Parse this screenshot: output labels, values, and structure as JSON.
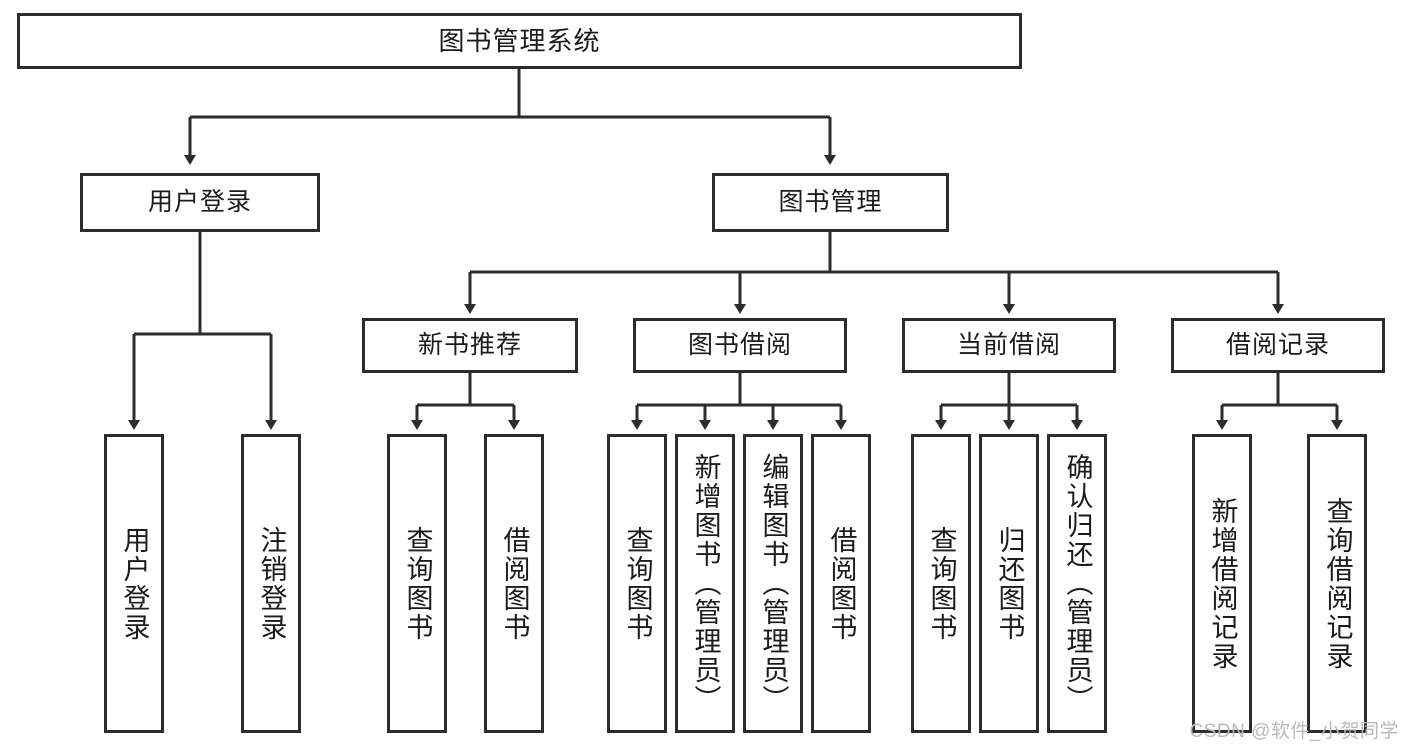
{
  "diagram": {
    "title_node": {
      "label": "图书管理系统"
    },
    "level1": [
      {
        "label": "用户登录"
      },
      {
        "label": "图书管理"
      }
    ],
    "level2": [
      {
        "label": "新书推荐"
      },
      {
        "label": "图书借阅"
      },
      {
        "label": "当前借阅"
      },
      {
        "label": "借阅记录"
      }
    ],
    "leaves": {
      "user_login": [
        {
          "label": "用户登录"
        },
        {
          "label": "注销登录"
        }
      ],
      "new_book_recommend": [
        {
          "label": "查询图书"
        },
        {
          "label": "借阅图书"
        }
      ],
      "book_borrow": [
        {
          "label": "查询图书"
        },
        {
          "label": "新增图书（管理员）"
        },
        {
          "label": "编辑图书（管理员）"
        },
        {
          "label": "借阅图书"
        }
      ],
      "current_borrow": [
        {
          "label": "查询图书"
        },
        {
          "label": "归还图书"
        },
        {
          "label": "确认归还（管理员）"
        }
      ],
      "borrow_record": [
        {
          "label": "新增借阅记录"
        },
        {
          "label": "查询借阅记录"
        }
      ]
    },
    "watermark": {
      "text": "CSDN @软件_小贺同学"
    },
    "colors": {
      "box_border": "#2c2c2c",
      "connector": "#2c2c2c",
      "background": "#ffffff",
      "text": "#1b1b1b",
      "watermark": "#b9b9b9"
    }
  }
}
